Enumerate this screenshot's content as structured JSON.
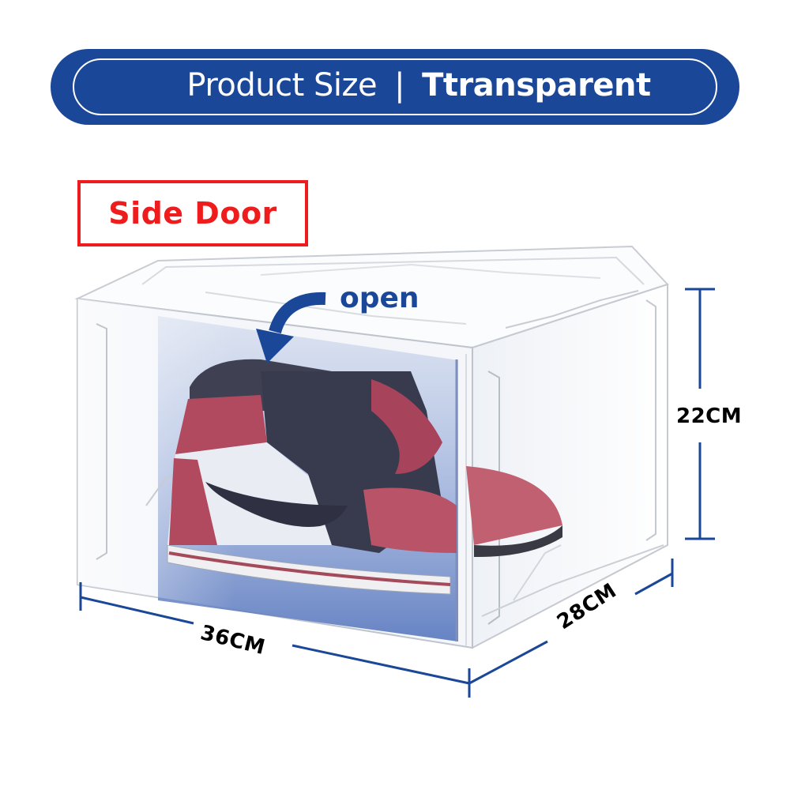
{
  "header": {
    "title": "Product Size",
    "separator": "|",
    "subtitle": "Ttransparent"
  },
  "badge": {
    "label": "Side Door"
  },
  "annotation": {
    "open_label": "open",
    "arrow_icon": "curved-arrow-down-left-icon"
  },
  "product": {
    "description": "Transparent side-door shoe storage box with red/black/white high-top sneaker inside",
    "door_tint": "blue"
  },
  "dimensions": {
    "height": "22CM",
    "width": "36CM",
    "depth": "28CM"
  },
  "colors": {
    "navy": "#1a4798",
    "red": "#ee1c1c",
    "text": "#000000",
    "background": "#ffffff"
  }
}
